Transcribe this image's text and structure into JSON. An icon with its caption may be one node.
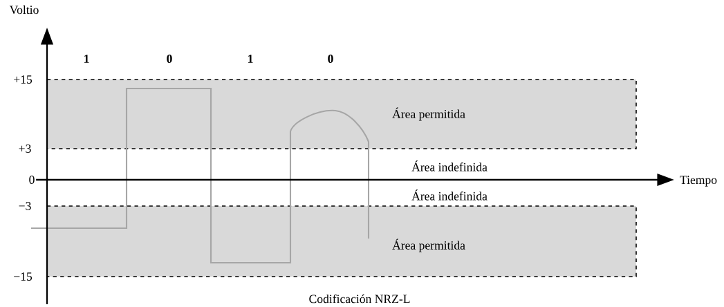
{
  "diagram": {
    "caption": "Codificación NRZ-L",
    "nodes": [
      {
        "text": [
          "Área permitida"
        ]
      },
      {
        "text": [
          "Área permitida"
        ]
      }
    ],
    "labels": [
      "Voltio",
      "1",
      "0",
      "1",
      "0",
      "+15",
      "+3",
      "Área indefinida",
      "0",
      "Área indefinida",
      "−3",
      "−15",
      "Tiempo"
    ]
  }
}
